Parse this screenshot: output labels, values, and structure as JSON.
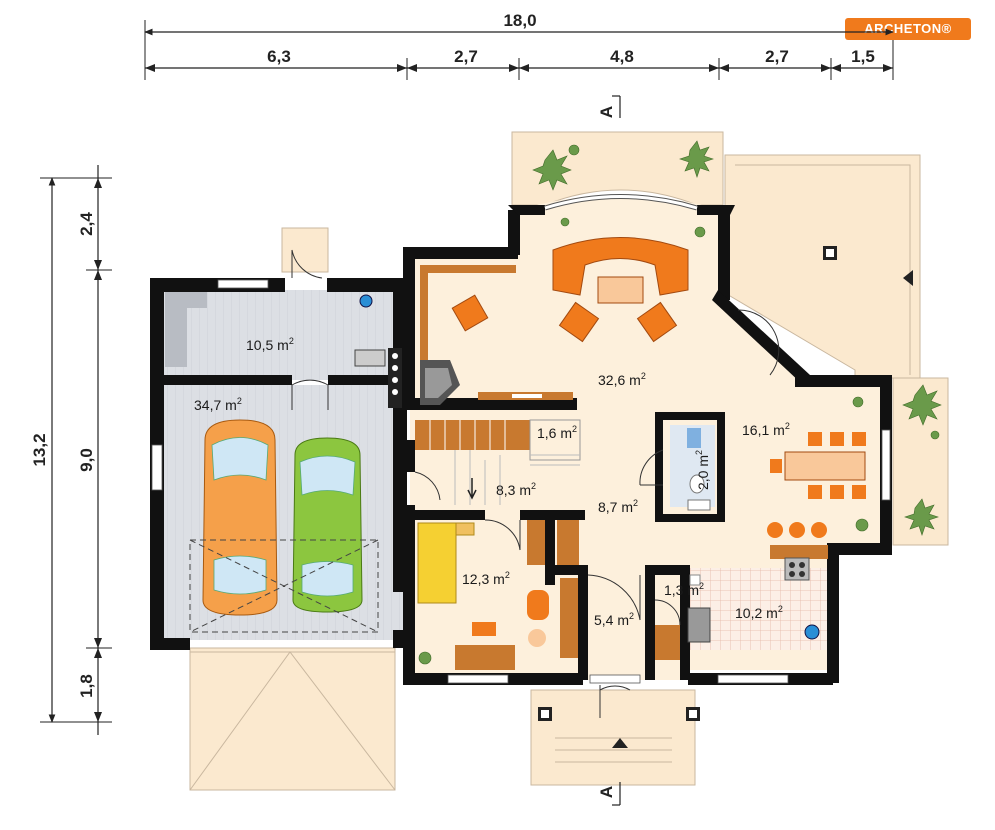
{
  "brand": {
    "name": "ARCHETON",
    "reg": "®"
  },
  "dimensions": {
    "overall_width": "18,0",
    "segments": [
      "6,3",
      "2,7",
      "4,8",
      "2,7",
      "1,5"
    ],
    "overall_depth": "13,2",
    "depth_segments": [
      "2,4",
      "9,0",
      "1,8"
    ]
  },
  "section_marker": "A",
  "unit": "m",
  "unit_exp": "2",
  "rooms": [
    {
      "id": "boiler",
      "area": "10,5"
    },
    {
      "id": "garage",
      "area": "34,7"
    },
    {
      "id": "living",
      "area": "32,6"
    },
    {
      "id": "wardrobe",
      "area": "1,6"
    },
    {
      "id": "bath",
      "area": "2,0"
    },
    {
      "id": "dining",
      "area": "16,1"
    },
    {
      "id": "stair-hall",
      "area": "8,3"
    },
    {
      "id": "hall",
      "area": "8,7"
    },
    {
      "id": "study",
      "area": "12,3"
    },
    {
      "id": "vestibule",
      "area": "5,4"
    },
    {
      "id": "pantry",
      "area": "1,3"
    },
    {
      "id": "kitchen",
      "area": "10,2"
    }
  ],
  "colors": {
    "wall": "#111111",
    "floor": "#fdf0dc",
    "garage_floor": "#d9dde3",
    "terrace": "#fbe9cf",
    "furniture": "#f07a1c",
    "wood": "#c8792f",
    "car_orange": "#f5a04a",
    "car_green": "#8cc63f",
    "plant": "#6a9a4a",
    "brand": "#f07a1c"
  }
}
